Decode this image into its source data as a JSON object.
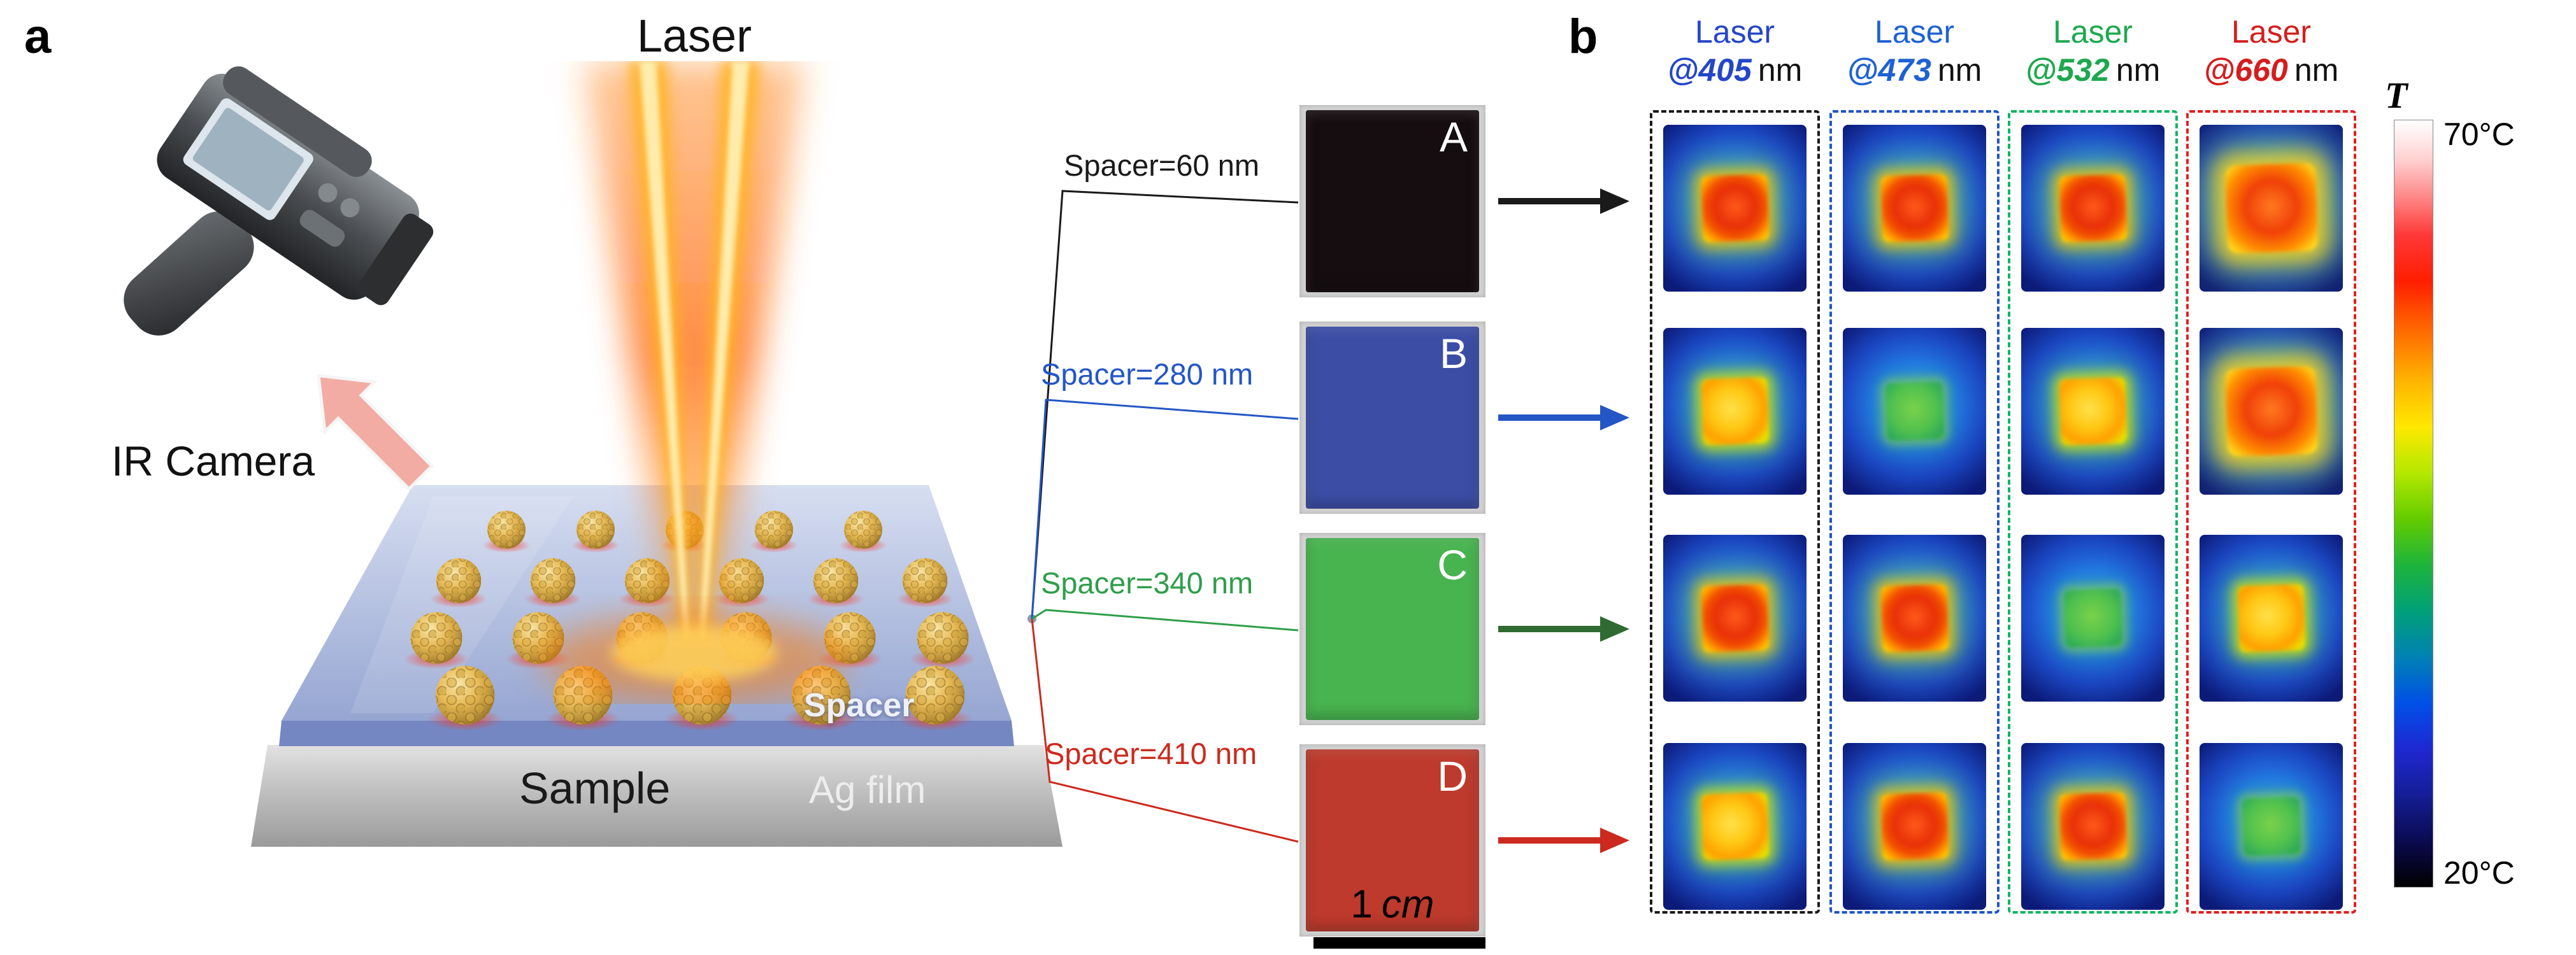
{
  "figure": {
    "panel_a_label": "a",
    "panel_b_label": "b"
  },
  "panel_a": {
    "laser_label": "Laser",
    "ir_camera_label": "IR Camera",
    "sample_label": "Sample",
    "spacer_overlay_label": "Spacer",
    "ag_film_label": "Ag film",
    "scale_number": "1",
    "scale_unit": "cm",
    "samples": [
      {
        "letter": "A",
        "spacer_label": "Spacer=60 nm",
        "photo_color": "#150d10",
        "label_color": "#1a1a1a",
        "arrow_color": "#1a1a1a"
      },
      {
        "letter": "B",
        "spacer_label": "Spacer=280 nm",
        "photo_color": "#3b4da5",
        "label_color": "#2456c5",
        "arrow_color": "#2456c5"
      },
      {
        "letter": "C",
        "spacer_label": "Spacer=340 nm",
        "photo_color": "#48b44f",
        "label_color": "#2f9e4a",
        "arrow_color": "#2f6b33"
      },
      {
        "letter": "D",
        "spacer_label": "Spacer=410 nm",
        "photo_color": "#bd3a2c",
        "label_color": "#cc2a1e",
        "arrow_color": "#cc2a1e"
      }
    ]
  },
  "panel_b": {
    "columns": [
      {
        "line1": "Laser",
        "wavelength": "@405",
        "unit": "nm",
        "color": "#2446c8",
        "box_color": "#1a1a1a"
      },
      {
        "line1": "Laser",
        "wavelength": "@473",
        "unit": "nm",
        "color": "#1e62d2",
        "box_color": "#1e56c8"
      },
      {
        "line1": "Laser",
        "wavelength": "@532",
        "unit": "nm",
        "color": "#1ea84e",
        "box_color": "#12b464"
      },
      {
        "line1": "Laser",
        "wavelength": "@660",
        "unit": "nm",
        "color": "#d41e1e",
        "box_color": "#e02020"
      }
    ],
    "rows": [
      {
        "sample": "A",
        "cells": [
          "red",
          "red",
          "red",
          "red-big"
        ]
      },
      {
        "sample": "B",
        "cells": [
          "yellow",
          "green",
          "yellow",
          "red-big"
        ]
      },
      {
        "sample": "C",
        "cells": [
          "red",
          "red",
          "green",
          "yellow"
        ]
      },
      {
        "sample": "D",
        "cells": [
          "yellow",
          "red",
          "red",
          "green"
        ]
      }
    ]
  },
  "colorbar": {
    "symbol": "T",
    "max_label": "70°C",
    "min_label": "20°C"
  }
}
